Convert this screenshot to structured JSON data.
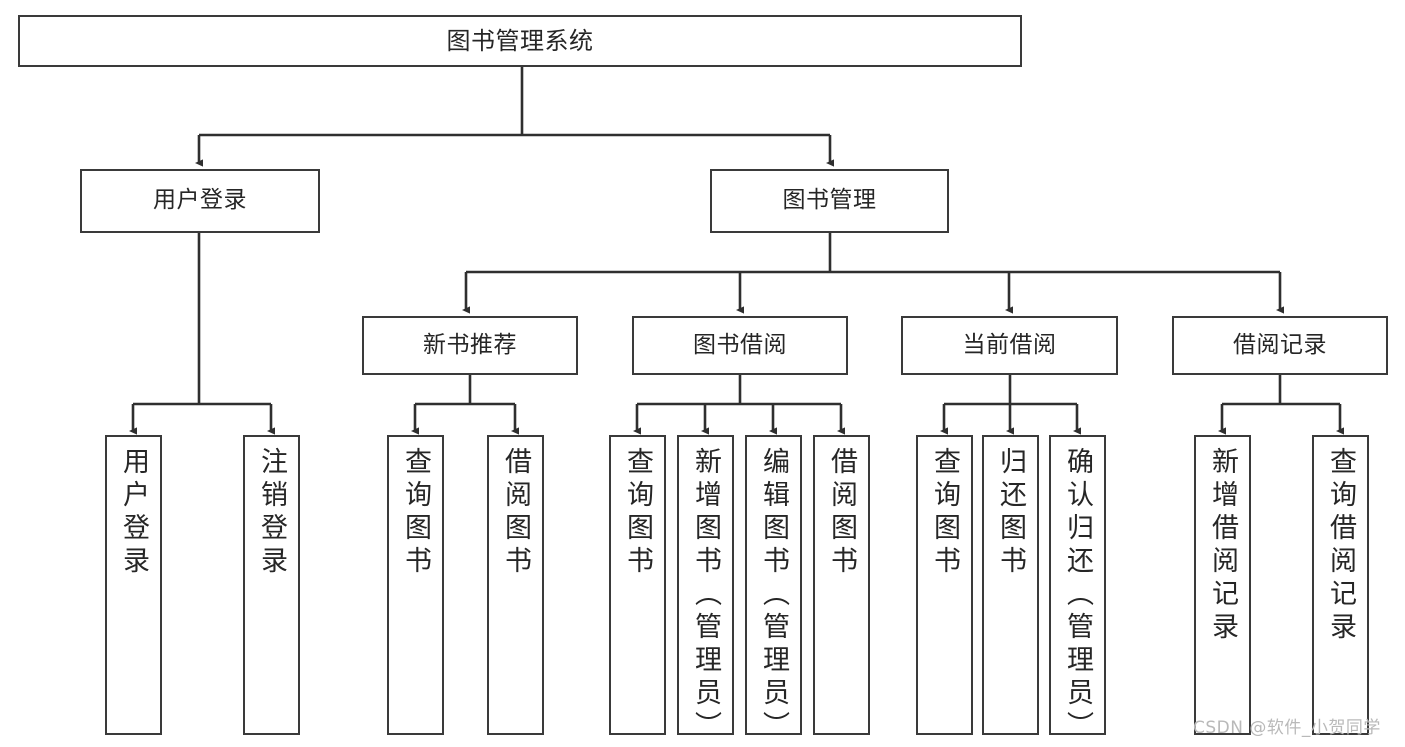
{
  "diagram": {
    "title": "图书管理系统",
    "type": "tree",
    "watermark": "CSDN @软件_小贺同学",
    "colors": {
      "box_border": "#3a3a3a",
      "box_fill": "#ffffff",
      "connector": "#2f2f2f",
      "text": "#262626",
      "watermark": "#b9b9b9",
      "background": "#ffffff"
    },
    "root": {
      "label": "图书管理系统",
      "orientation": "horizontal"
    },
    "level2": [
      {
        "label": "用户登录",
        "orientation": "horizontal"
      },
      {
        "label": "图书管理",
        "orientation": "horizontal"
      }
    ],
    "level3": [
      {
        "label": "新书推荐",
        "orientation": "horizontal",
        "parent": "图书管理"
      },
      {
        "label": "图书借阅",
        "orientation": "horizontal",
        "parent": "图书管理"
      },
      {
        "label": "当前借阅",
        "orientation": "horizontal",
        "parent": "图书管理"
      },
      {
        "label": "借阅记录",
        "orientation": "horizontal",
        "parent": "图书管理"
      }
    ],
    "leaves": {
      "user_login": [
        {
          "label": "用户登录",
          "orientation": "vertical"
        },
        {
          "label": "注销登录",
          "orientation": "vertical"
        }
      ],
      "new_book_recommend": [
        {
          "label": "查询图书",
          "orientation": "vertical"
        },
        {
          "label": "借阅图书",
          "orientation": "vertical"
        }
      ],
      "book_borrow": [
        {
          "label": "查询图书",
          "orientation": "vertical"
        },
        {
          "label": "新增图书（管理员）",
          "orientation": "vertical"
        },
        {
          "label": "编辑图书（管理员）",
          "orientation": "vertical"
        },
        {
          "label": "借阅图书",
          "orientation": "vertical"
        }
      ],
      "current_borrow": [
        {
          "label": "查询图书",
          "orientation": "vertical"
        },
        {
          "label": "归还图书",
          "orientation": "vertical"
        },
        {
          "label": "确认归还（管理员）",
          "orientation": "vertical"
        }
      ],
      "borrow_record": [
        {
          "label": "新增借阅记录",
          "orientation": "vertical"
        },
        {
          "label": "查询借阅记录",
          "orientation": "vertical"
        }
      ]
    }
  }
}
